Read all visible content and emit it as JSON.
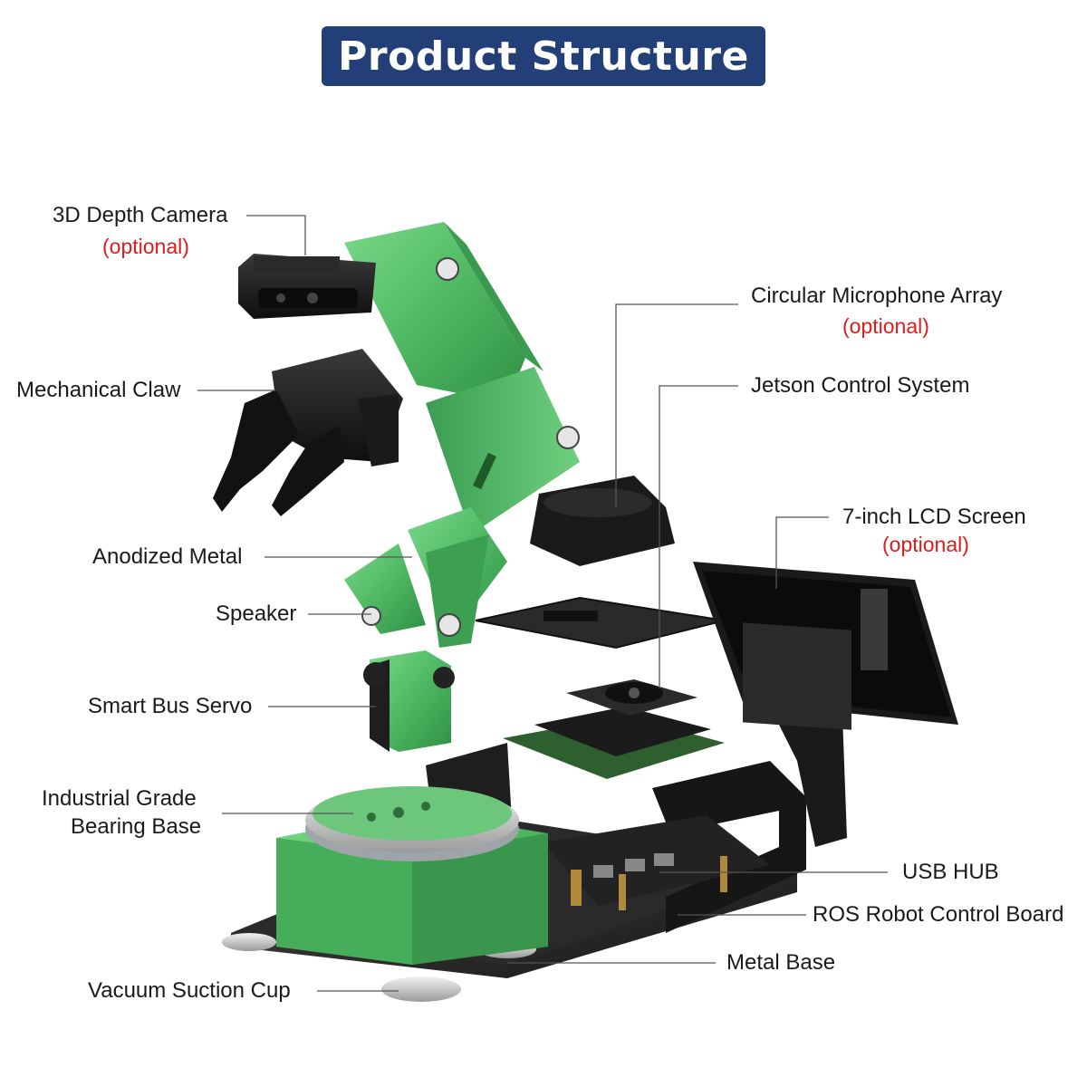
{
  "title": "Product Structure",
  "colors": {
    "title_bg": "#223f78",
    "title_text": "#ffffff",
    "label_text": "#1a1a1a",
    "optional_text": "#e01b1b",
    "leader_line": "#555555",
    "anodized_green": "#5bc36d",
    "dark_parts": "#1c1c1c"
  },
  "labels": {
    "depth_camera": "3D Depth Camera",
    "depth_camera_optional": "(optional)",
    "claw": "Mechanical Claw",
    "anodized_metal": "Anodized Metal",
    "speaker": "Speaker",
    "servo": "Smart Bus Servo",
    "bearing_base_line1": "Industrial Grade",
    "bearing_base_line2": "Bearing Base",
    "suction_cup": "Vacuum Suction Cup",
    "mic_array": "Circular Microphone Array",
    "mic_array_optional": "(optional)",
    "jetson": "Jetson Control System",
    "lcd": "7-inch LCD Screen",
    "lcd_optional": "(optional)",
    "usb_hub": "USB HUB",
    "ros_board": "ROS Robot Control Board",
    "metal_base": "Metal Base"
  }
}
